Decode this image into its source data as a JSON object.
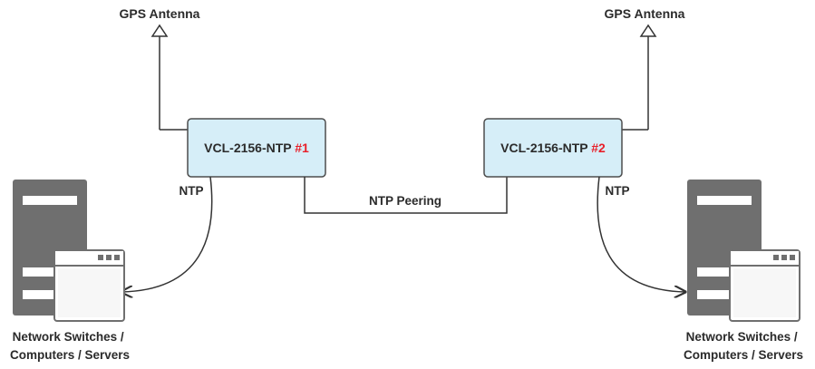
{
  "colors": {
    "device_fill": "#d6eef8",
    "device_border": "#4d4d4d",
    "line": "#333333",
    "server": "#6f6f6f",
    "accent_number": "#e8202a"
  },
  "left": {
    "antenna_label": "GPS Antenna",
    "device_name": "VCL-2156-NTP ",
    "device_number": "#1",
    "link_label": "NTP",
    "clients_line1": "Network Switches /",
    "clients_line2": "Computers / Servers"
  },
  "right": {
    "antenna_label": "GPS Antenna",
    "device_name": "VCL-2156-NTP ",
    "device_number": "#2",
    "link_label": "NTP",
    "clients_line1": "Network Switches /",
    "clients_line2": "Computers / Servers"
  },
  "peering_label": "NTP Peering",
  "icons": {
    "antenna": "antenna-icon",
    "server": "server-tower-icon",
    "window": "app-window-icon"
  }
}
